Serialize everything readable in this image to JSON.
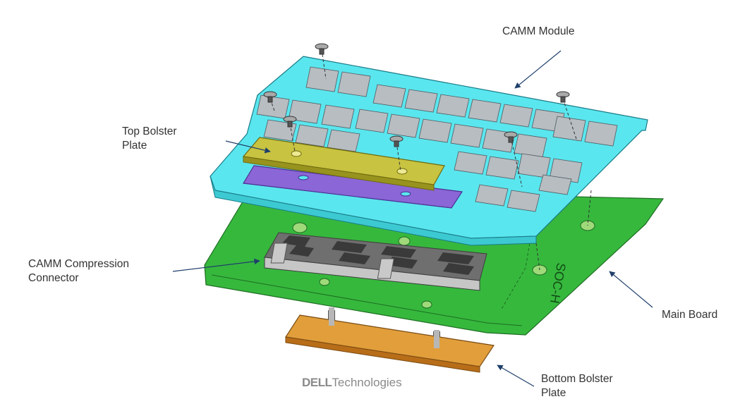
{
  "labels": {
    "camm_module": "CAMM Module",
    "top_bolster_line1": "Top Bolster",
    "top_bolster_line2": "Plate",
    "connector_line1": "CAMM Compression",
    "connector_line2": "Connector",
    "main_board": "Main Board",
    "bottom_bolster_line1": "Bottom Bolster",
    "bottom_bolster_line2": "Plate"
  },
  "main_board_marking": "SOC-H",
  "logo": {
    "brand": "DELL",
    "suffix": "Technologies"
  },
  "colors": {
    "camm_module": "#57e7ee",
    "camm_pad": "#b7bdc1",
    "top_bolster": "#c8c440",
    "purple_spacer": "#8b66d6",
    "main_board": "#33b33a",
    "connector": "#b9b9b9",
    "bottom_bolster": "#e0a03c",
    "arrow": "#1f3f6b"
  }
}
